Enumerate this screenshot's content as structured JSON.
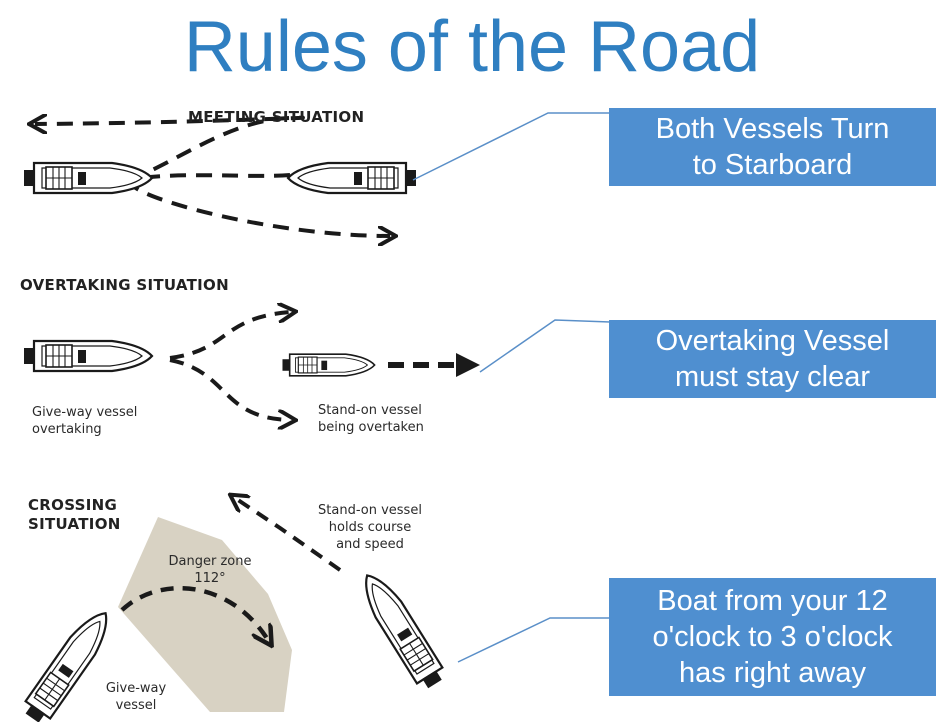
{
  "title": "Rules of the Road",
  "colors": {
    "title": "#2f7fc1",
    "callout_bg": "#4f8fd0",
    "danger_zone": "#d8d2c3",
    "line": "#1a1a1a"
  },
  "meeting": {
    "heading": "MEETING SITUATION",
    "callout_line1": "Both Vessels Turn",
    "callout_line2": "to Starboard"
  },
  "overtaking": {
    "heading": "OVERTAKING SITUATION",
    "give_way_line1": "Give-way vessel",
    "give_way_line2": "overtaking",
    "stand_on_line1": "Stand-on vessel",
    "stand_on_line2": "being overtaken",
    "callout_line1": "Overtaking Vessel",
    "callout_line2": "must stay clear"
  },
  "crossing": {
    "heading_line1": "CROSSING",
    "heading_line2": "SITUATION",
    "danger_line1": "Danger zone",
    "danger_line2": "112°",
    "stand_on_line1": "Stand-on vessel",
    "stand_on_line2": "holds course",
    "stand_on_line3": "and speed",
    "give_way_line1": "Give-way",
    "give_way_line2": "vessel",
    "callout_line1": "Boat from your 12",
    "callout_line2": "o'clock to 3 o'clock",
    "callout_line3": "has right away"
  }
}
